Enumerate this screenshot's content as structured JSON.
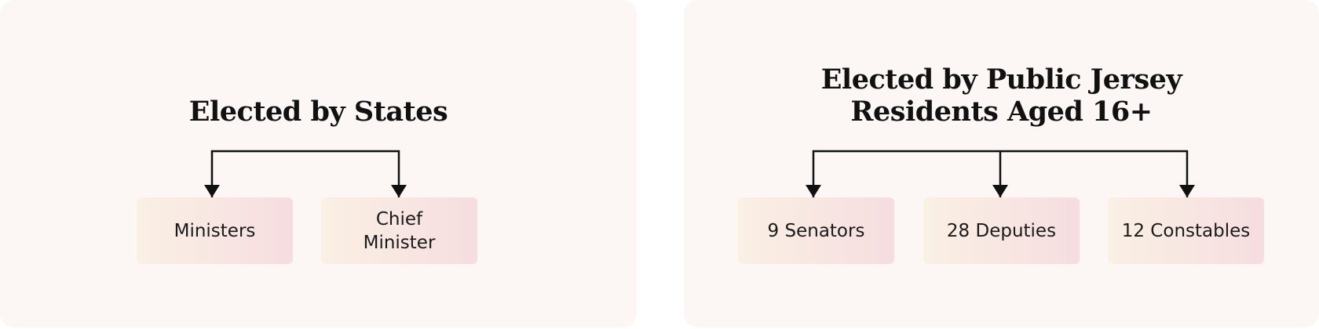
{
  "left": {
    "title": "Elected by States",
    "boxes": [
      "Ministers",
      "Chief\nMinister"
    ]
  },
  "right": {
    "title": "Elected by Public Jersey\nResidents Aged 16+",
    "boxes": [
      "9 Senators",
      "28 Deputies",
      "12 Constables"
    ]
  },
  "colors": {
    "panel_background": "#fcf6f5",
    "box_gradient_start": "#faf0e4",
    "box_gradient_end": "#f6dde0",
    "connector": "#111111"
  }
}
